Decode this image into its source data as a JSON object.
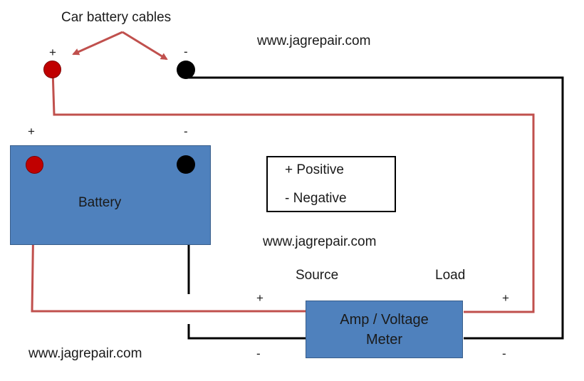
{
  "title": "Car battery cables",
  "website_top": "www.jagrepair.com",
  "website_middle": "www.jagrepair.com",
  "website_bottom": "www.jagrepair.com",
  "battery_label": "Battery",
  "meter_label": "Amp / Voltage Meter",
  "legend": {
    "positive": "+  Positive",
    "negative": "-  Negative"
  },
  "source_label": "Source",
  "load_label": "Load",
  "signs": {
    "cable_pos": "+",
    "cable_neg": "-",
    "battery_pos": "+",
    "battery_neg": "-",
    "meter_source_pos": "+",
    "meter_source_neg": "-",
    "meter_load_pos": "+",
    "meter_load_neg": "-"
  },
  "colors": {
    "positive_wire": "#c0504d",
    "negative_wire": "#000000",
    "box_fill": "#4f81bd",
    "positive_terminal": "#c00000"
  }
}
